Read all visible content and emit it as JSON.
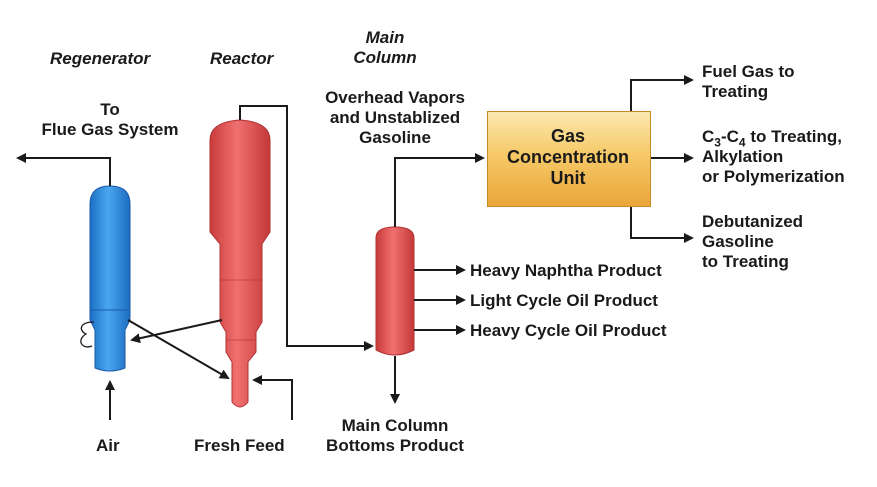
{
  "titles": {
    "regenerator": "Regenerator",
    "reactor": "Reactor",
    "main_column": [
      "Main",
      "Column"
    ]
  },
  "labels": {
    "flue_gas": [
      "To",
      "Flue Gas System"
    ],
    "air": "Air",
    "fresh_feed": "Fresh Feed",
    "overhead": [
      "Overhead Vapors",
      "and Unstablized",
      "Gasoline"
    ],
    "gas_unit": [
      "Gas",
      "Concentration",
      "Unit"
    ],
    "fuel_gas": [
      "Fuel Gas to",
      "Treating"
    ],
    "c3c4": {
      "prefix": "C",
      "sub1": "3",
      "mid": "-C",
      "sub2": "4",
      "suffix": " to Treating,",
      "line2": "Alkylation",
      "line3": "or Polymerization"
    },
    "debutanized": [
      "Debutanized",
      "Gasoline",
      "to Treating"
    ],
    "heavy_naphtha": "Heavy Naphtha Product",
    "light_cycle": "Light Cycle Oil Product",
    "heavy_cycle": "Heavy Cycle Oil Product",
    "bottoms": [
      "Main Column",
      "Bottoms Product"
    ]
  },
  "colors": {
    "regenerator": "#2f8fe0",
    "reactor": "#e55a5a",
    "main_column": "#dd4a4a",
    "gas_unit": "#f2bd5c",
    "lines": "#1a1a1a"
  }
}
